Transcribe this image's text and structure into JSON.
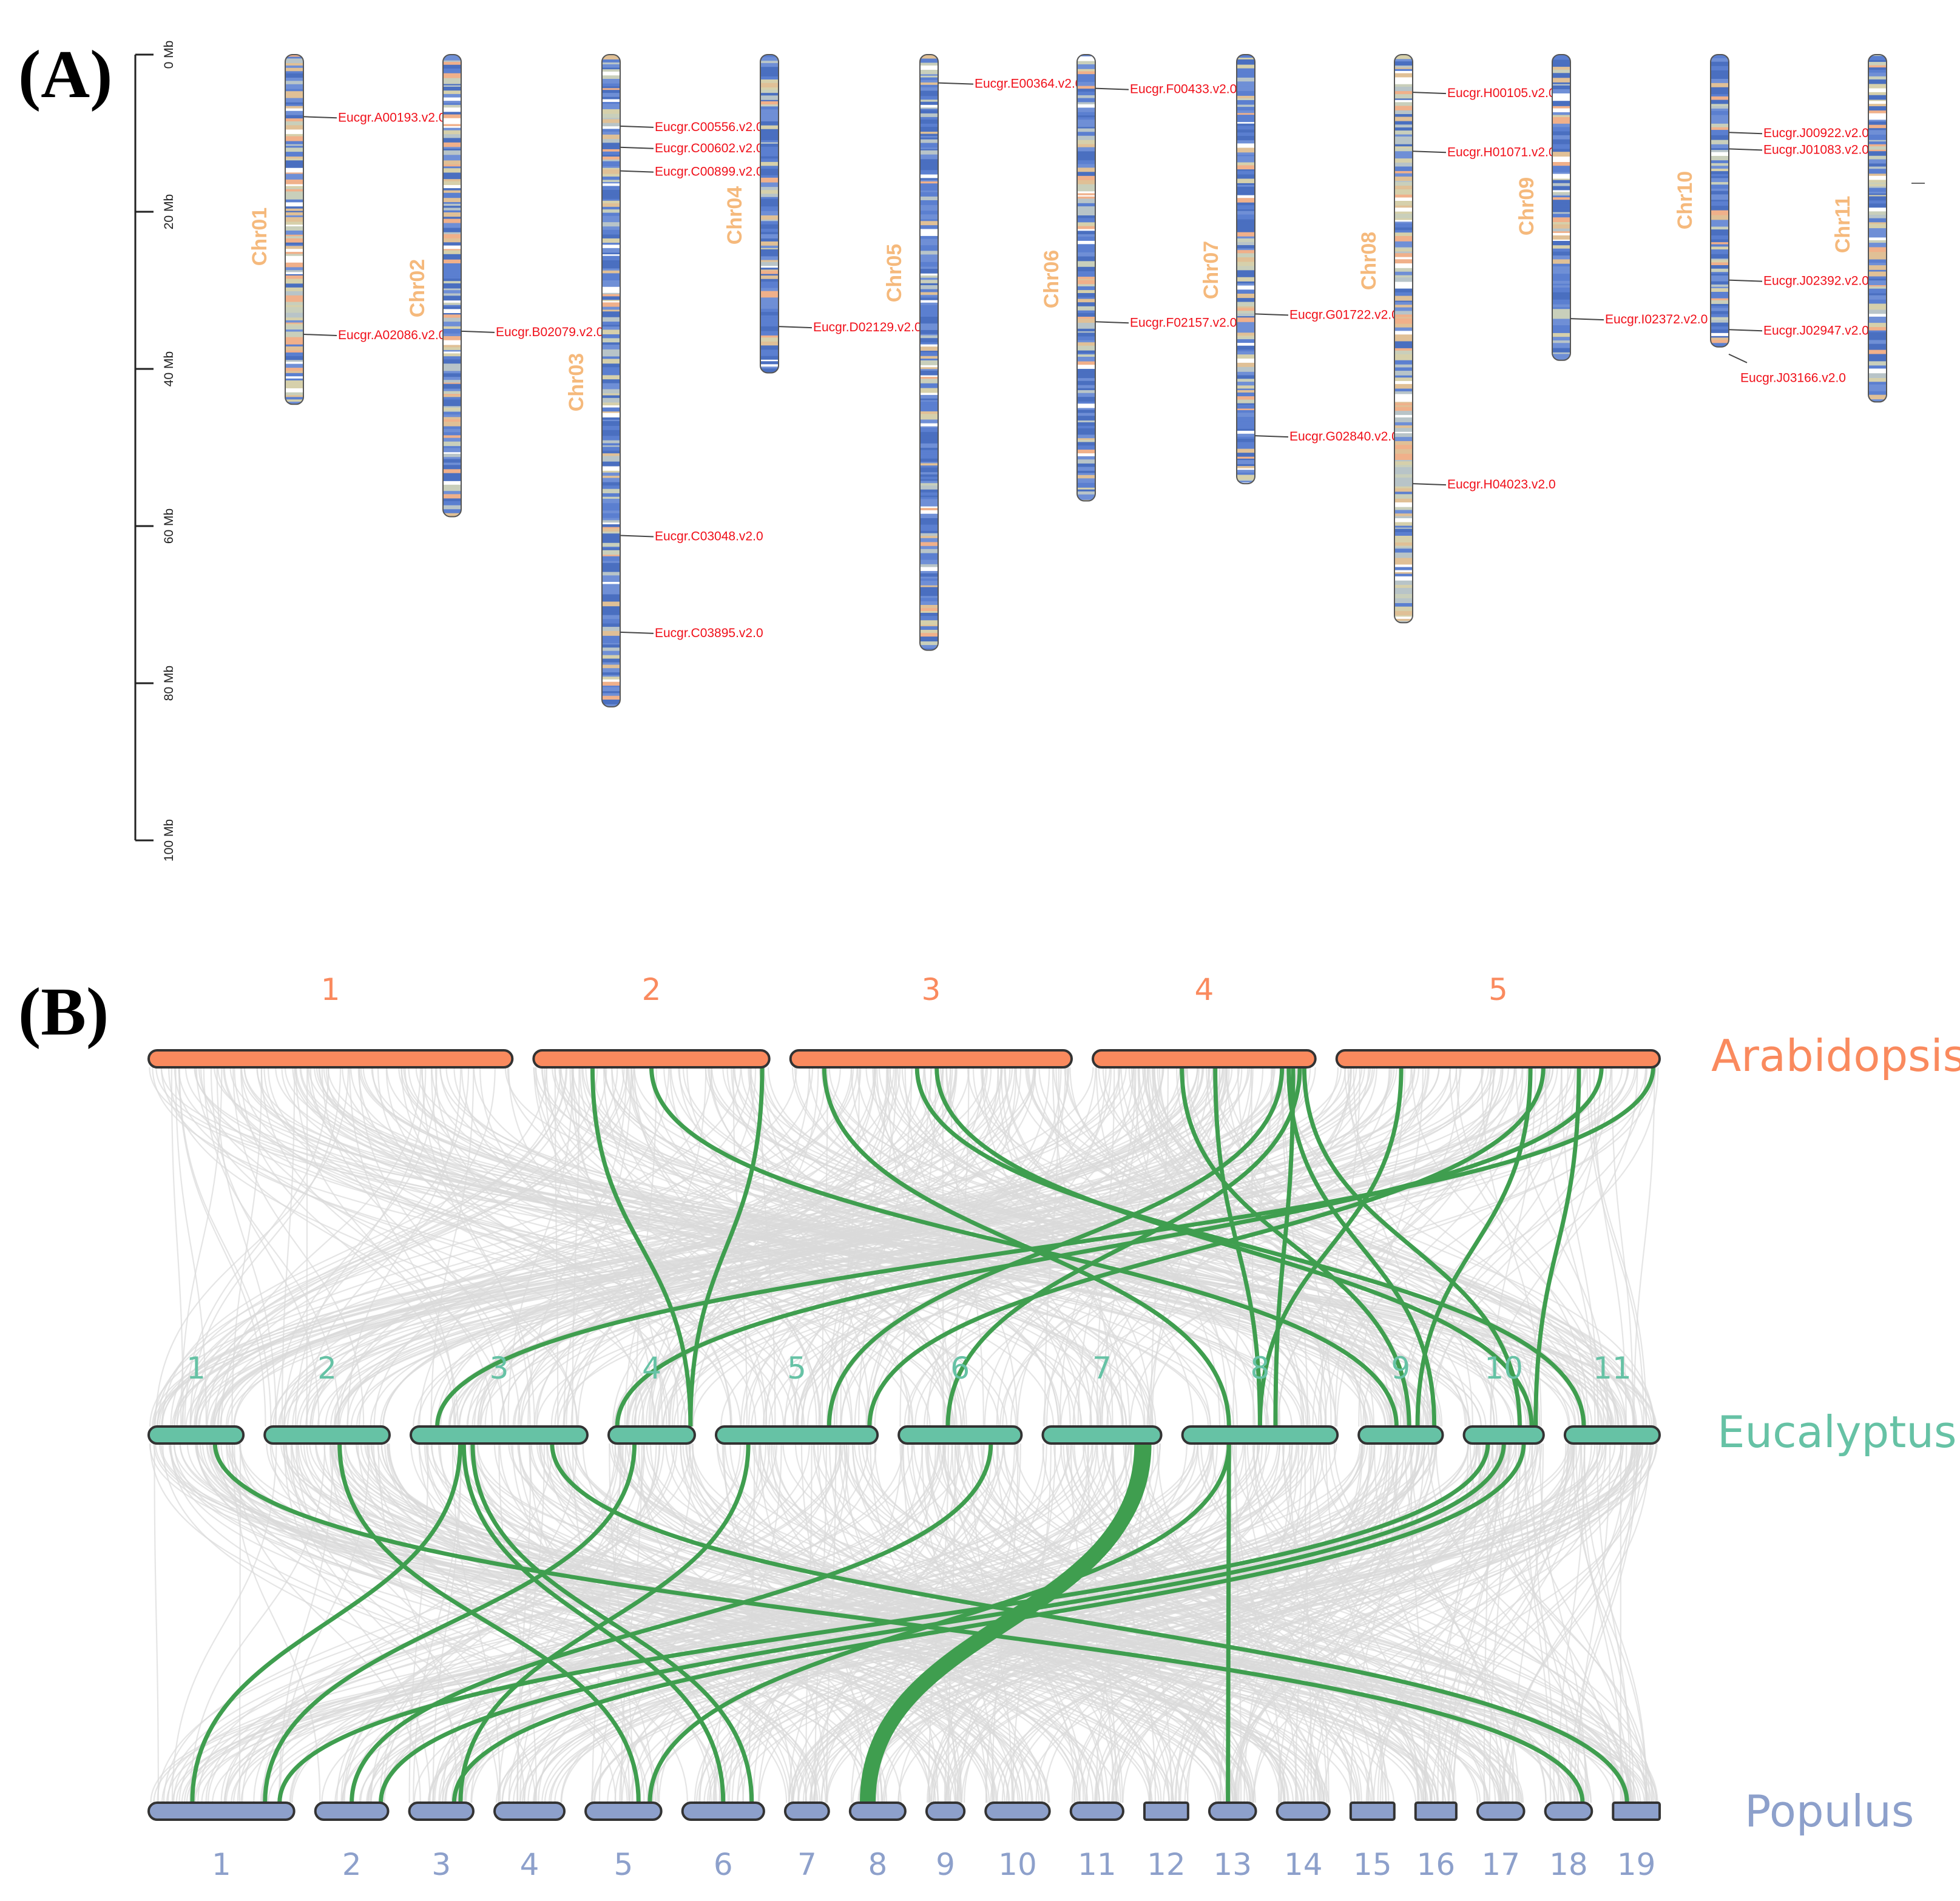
{
  "panelA": {
    "label": "(A)",
    "scale_max_mb": 100,
    "ticks": [
      {
        "value": 0,
        "label": "0 Mb"
      },
      {
        "value": 20,
        "label": "20 Mb"
      },
      {
        "value": 40,
        "label": "40 Mb"
      },
      {
        "value": 60,
        "label": "60 Mb"
      },
      {
        "value": 80,
        "label": "80 Mb"
      },
      {
        "value": 100,
        "label": "100 Mb"
      }
    ],
    "label_color": "#f5b97c",
    "gene_color": "#f0101a",
    "chromosomes": [
      {
        "name": "Chr01",
        "length": 44.5,
        "genes": [
          {
            "id": "Eucgr.A00193.v2.0",
            "pos": 7.9
          },
          {
            "id": "Eucgr.A02086.v2.0",
            "pos": 35.6
          }
        ]
      },
      {
        "name": "Chr02",
        "length": 58.8,
        "genes": [
          {
            "id": "Eucgr.B02079.v2.0",
            "pos": 35.2
          }
        ]
      },
      {
        "name": "Chr03",
        "length": 83.0,
        "genes": [
          {
            "id": "Eucgr.C00556.v2.0",
            "pos": 9.1
          },
          {
            "id": "Eucgr.C00602.v2.0",
            "pos": 11.8
          },
          {
            "id": "Eucgr.C00899.v2.0",
            "pos": 14.8
          },
          {
            "id": "Eucgr.C03048.v2.0",
            "pos": 61.2
          },
          {
            "id": "Eucgr.C03895.v2.0",
            "pos": 73.5
          }
        ]
      },
      {
        "name": "Chr04",
        "length": 40.5,
        "genes": [
          {
            "id": "Eucgr.D02129.v2.0",
            "pos": 34.6
          }
        ]
      },
      {
        "name": "Chr05",
        "length": 75.8,
        "genes": [
          {
            "id": "Eucgr.E00364.v2.0",
            "pos": 3.6
          }
        ]
      },
      {
        "name": "Chr06",
        "length": 56.8,
        "genes": [
          {
            "id": "Eucgr.F00433.v2.0",
            "pos": 4.3
          },
          {
            "id": "Eucgr.F02157.v2.0",
            "pos": 34.0
          }
        ]
      },
      {
        "name": "Chr07",
        "length": 54.6,
        "genes": [
          {
            "id": "Eucgr.G01722.v2.0",
            "pos": 33.0
          },
          {
            "id": "Eucgr.G02840.v2.0",
            "pos": 48.5
          }
        ]
      },
      {
        "name": "Chr08",
        "length": 72.3,
        "genes": [
          {
            "id": "Eucgr.H00105.v2.0",
            "pos": 4.8
          },
          {
            "id": "Eucgr.H01071.v2.0",
            "pos": 12.3
          },
          {
            "id": "Eucgr.H04023.v2.0",
            "pos": 54.6
          }
        ]
      },
      {
        "name": "Chr09",
        "length": 38.9,
        "genes": [
          {
            "id": "Eucgr.I02372.v2.0",
            "pos": 33.6
          }
        ]
      },
      {
        "name": "Chr10",
        "length": 37.2,
        "genes": [
          {
            "id": "Eucgr.J00922.v2.0",
            "pos": 9.9
          },
          {
            "id": "Eucgr.J01083.v2.0",
            "pos": 12.0
          },
          {
            "id": "Eucgr.J02392.v2.0",
            "pos": 28.7
          },
          {
            "id": "Eucgr.J02947.v2.0",
            "pos": 35.0
          },
          {
            "id": "Eucgr.J03166.v2.0",
            "pos": 37.2
          }
        ]
      },
      {
        "name": "Chr11",
        "length": 44.2,
        "genes": []
      }
    ]
  },
  "panelB": {
    "label": "(B)",
    "tracks": [
      {
        "species": "Arabidopsis",
        "color": "#fa8a5e",
        "chromosomes": [
          {
            "label": "1",
            "len": 30.4
          },
          {
            "label": "2",
            "len": 19.7
          },
          {
            "label": "3",
            "len": 23.5
          },
          {
            "label": "4",
            "len": 18.6
          },
          {
            "label": "5",
            "len": 27.0
          }
        ]
      },
      {
        "species": "Eucalyptus",
        "color": "#66c2a5",
        "chromosomes": [
          {
            "label": "1",
            "len": 44
          },
          {
            "label": "2",
            "len": 58
          },
          {
            "label": "3",
            "len": 82
          },
          {
            "label": "4",
            "len": 40
          },
          {
            "label": "5",
            "len": 75
          },
          {
            "label": "6",
            "len": 57
          },
          {
            "label": "7",
            "len": 55
          },
          {
            "label": "8",
            "len": 72
          },
          {
            "label": "9",
            "len": 39
          },
          {
            "label": "10",
            "len": 37
          },
          {
            "label": "11",
            "len": 44
          }
        ]
      },
      {
        "species": "Populus",
        "color": "#8da0cb",
        "chromosomes": [
          {
            "label": "1",
            "len": 50
          },
          {
            "label": "2",
            "len": 25
          },
          {
            "label": "3",
            "len": 22
          },
          {
            "label": "4",
            "len": 24
          },
          {
            "label": "5",
            "len": 26
          },
          {
            "label": "6",
            "len": 28
          },
          {
            "label": "7",
            "len": 15
          },
          {
            "label": "8",
            "len": 19
          },
          {
            "label": "9",
            "len": 13
          },
          {
            "label": "10",
            "len": 22
          },
          {
            "label": "11",
            "len": 18
          },
          {
            "label": "12",
            "len": 15
          },
          {
            "label": "13",
            "len": 16
          },
          {
            "label": "14",
            "len": 18
          },
          {
            "label": "15",
            "len": 15
          },
          {
            "label": "16",
            "len": 14
          },
          {
            "label": "17",
            "len": 16
          },
          {
            "label": "18",
            "len": 16
          },
          {
            "label": "19",
            "len": 16
          }
        ]
      }
    ],
    "green_links_top": [
      [
        1,
        0.25,
        3,
        0.95
      ],
      [
        1,
        0.5,
        8,
        0.45
      ],
      [
        1,
        0.97,
        3,
        0.95
      ],
      [
        2,
        0.12,
        7,
        0.3
      ],
      [
        2,
        0.45,
        10,
        0.2
      ],
      [
        2,
        0.52,
        9,
        0.85
      ],
      [
        3,
        0.4,
        8,
        0.6
      ],
      [
        3,
        0.55,
        7,
        0.5
      ],
      [
        3,
        0.85,
        4,
        0.7
      ],
      [
        3,
        0.88,
        8,
        0.9
      ],
      [
        3,
        0.9,
        7,
        0.6
      ],
      [
        3,
        0.95,
        9,
        0.7
      ],
      [
        3,
        0.93,
        5,
        0.4
      ],
      [
        4,
        0.82,
        3,
        0.1
      ],
      [
        4,
        0.98,
        2,
        0.15
      ],
      [
        4,
        0.64,
        4,
        0.95
      ],
      [
        4,
        0.75,
        9,
        0.9
      ],
      [
        4,
        0.2,
        7,
        0.5
      ],
      [
        4,
        0.6,
        8,
        0.7
      ]
    ],
    "green_links_bottom": [
      [
        0,
        0.7,
        17,
        0.8
      ],
      [
        1,
        0.6,
        4,
        0.7
      ],
      [
        2,
        0.28,
        0,
        0.3
      ],
      [
        2,
        0.3,
        5,
        0.5
      ],
      [
        2,
        0.35,
        5,
        0.85
      ],
      [
        2,
        0.8,
        18,
        0.3
      ],
      [
        3,
        0.3,
        0,
        0.8
      ],
      [
        4,
        0.2,
        2,
        0.8
      ],
      [
        5,
        0.75,
        1,
        0.5
      ],
      [
        6,
        0.8,
        7,
        0.3
      ],
      [
        6,
        0.85,
        7,
        0.25
      ],
      [
        6,
        0.9,
        7,
        0.35
      ],
      [
        7,
        0.3,
        4,
        0.85
      ],
      [
        7,
        0.3,
        12,
        0.4
      ],
      [
        9,
        0.3,
        0,
        0.9
      ],
      [
        9,
        0.5,
        1,
        0.9
      ],
      [
        9,
        0.75,
        2,
        0.7
      ]
    ]
  }
}
